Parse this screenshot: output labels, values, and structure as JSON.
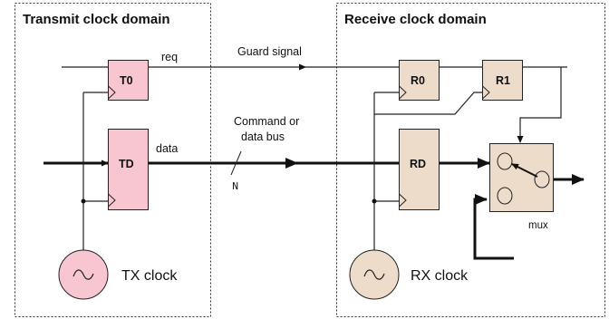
{
  "domains": {
    "transmit": {
      "title": "Transmit clock domain"
    },
    "receive": {
      "title": "Receive clock domain"
    }
  },
  "signals": {
    "req": "req",
    "guard": "Guard signal",
    "data": "data",
    "bus_line1": "Command or",
    "bus_line2": "data bus",
    "bus_width": "N"
  },
  "blocks": {
    "t0": "T0",
    "td": "TD",
    "r0": "R0",
    "r1": "R1",
    "rd": "RD",
    "mux": "mux"
  },
  "clocks": {
    "tx": "TX clock",
    "rx": "RX clock"
  },
  "colors": {
    "tx_fill": "#f7c6d0",
    "rx_fill": "#eedccb",
    "stroke": "#222222"
  }
}
